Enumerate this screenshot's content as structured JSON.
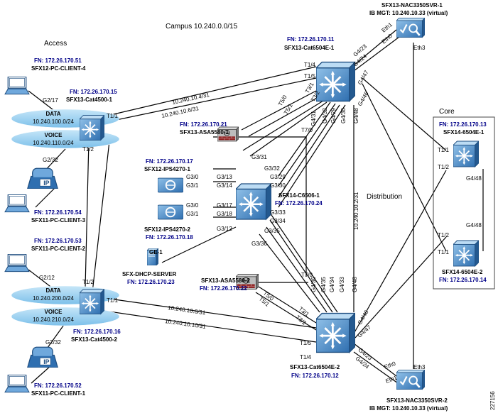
{
  "title": "Campus 10.240.0.0/15",
  "sections": {
    "access": "Access",
    "distribution": "Distribution",
    "core": "Core"
  },
  "figure_id": "227156",
  "devices": {
    "client4": {
      "fn": "FN: 172.26.170.51",
      "name": "SFX12-PC-CLIENT-4"
    },
    "client3": {
      "fn": "FN: 172.26.170.54",
      "name": "SFX11-PC-CLIENT-3"
    },
    "client2": {
      "fn": "FN: 172.26.170.53",
      "name": "SFX11-PC-CLIENT-2"
    },
    "client1": {
      "fn": "FN: 172.26.170.52",
      "name": "SFX11-PC-CLIENT-1"
    },
    "cat4500_1": {
      "fn": "FN: 172.26.170.15",
      "name": "SFX13-Cat4500-1"
    },
    "cat4500_2": {
      "fn": "FN: 172.26.170.16",
      "name": "SFX13-Cat4500-2"
    },
    "cat6504_1": {
      "fn": "FN: 172.26.170.11",
      "name": "SFX13-Cat6504E-1"
    },
    "cat6504_2": {
      "name": "SFX13-Cat6504E-2",
      "fn": "FN: 172.26.170.12"
    },
    "asa1": {
      "fn": "FN: 172.26.170.21",
      "name": "SFX13-ASA5580-1"
    },
    "asa2": {
      "name": "SFX13-ASA5580-2",
      "fn": "FN: 172.26.170.22"
    },
    "ips1": {
      "fn": "FN: 172.26.170.17",
      "name": "SFX12-IPS4270-1"
    },
    "ips2": {
      "name": "SFX12-IPS4270-2",
      "fn": "FN: 172.26.170.18"
    },
    "c6506": {
      "name": "SFX14-C6506-1",
      "fn": "FN: 172.26.170.24"
    },
    "dhcp": {
      "port": "GE-1",
      "name": "SFX-DHCP-SERVER",
      "fn": "FN: 172.26.170.23"
    },
    "nac1": {
      "name": "SFX13-NAC3350SVR-1",
      "mgt": "IB MGT: 10.240.10.33 (virtual)"
    },
    "nac2": {
      "name": "SFX13-NAC3350SVR-2",
      "mgt": "IB MGT: 10.240.10.33 (virtual)"
    },
    "core1": {
      "fn": "FN: 172.26.170.13",
      "name": "SFX14-6504E-1"
    },
    "core2": {
      "name": "SFX14-6504E-2",
      "fn": "FN: 172.26.170.14"
    }
  },
  "vlans": {
    "data1_label": "DATA",
    "data1_net": "10.240.100.0/24",
    "voice1_label": "VOICE",
    "voice1_net": "10.240.110.0/24",
    "data2_label": "DATA",
    "data2_net": "10.240.200.0/24",
    "voice2_label": "VOICE",
    "voice2_net": "10.240.210.0/24"
  },
  "links": {
    "l_10_240_10_4": "10.240.10.4/31",
    "l_10_240_10_6_top": "10.240.10.6/31",
    "l_10_240_10_8": "10.240.10.8/31",
    "l_10_240_10_10": "10.240.10.10/31",
    "l_10_240_10_2": "10.240.10.2/31"
  },
  "ports": {
    "g2_17": "G2/17",
    "g2_32a": "G2/32",
    "g2_12": "G2/12",
    "g2_32b": "G2/32",
    "t1_1a": "T1/1",
    "t1_2a": "T1/2",
    "t1_2b": "T1/2",
    "t1_1b": "T1/1",
    "t1_4a": "T1/4",
    "t1_5a": "T1/5",
    "t3_1a": "T3/1",
    "t3_2a": "T3/2",
    "t5_0a": "T5/0",
    "t5_1a": "T5/1",
    "t7_0a": "T7/0",
    "g4_32a": "G4/32",
    "g4_29": "G4/29",
    "g4_30": "G4/30",
    "g4_48a": "G4/48",
    "g4_31": "G4/31",
    "g4_23a": "G4/23",
    "g4_24a": "G4/24",
    "g4_47a": "G4/47",
    "g4_46a": "G4/46",
    "eth1a": "Eth1",
    "eth0a": "Eth0",
    "eth3a": "Eth3",
    "g3_0a": "G3/0",
    "g3_1a": "G3/1",
    "g3_13": "G3/13",
    "g3_14": "G3/14",
    "g3_0b": "G3/0",
    "g3_1b": "G3/1",
    "g3_17": "G3/17",
    "g3_18": "G3/18",
    "g3_12": "G3/12",
    "g3_31": "G3/31",
    "g3_32": "G3/32",
    "g3_29": "G3/29",
    "g3_30": "G3/30",
    "g3_33": "G3/33",
    "g3_34": "G3/34",
    "g3_35": "G3/35",
    "g3_36": "G3/36",
    "t7_0b": "T7/0",
    "t5_0b": "T5/0",
    "t5_1b": "T5/1",
    "t3_1b": "T3/1",
    "t3_2b": "T3/2",
    "g4_36": "G4/36",
    "g4_35": "G4/35",
    "g4_34": "G4/34",
    "g4_33": "G4/33",
    "g4_48b": "G4/48",
    "t1_5b": "T1/5",
    "t1_4b": "T1/4",
    "g4_46b": "G4/46",
    "g4_47b": "G4/47",
    "g4_23b": "G4/23",
    "g4_24b": "G4/24",
    "eth0b": "Eth0",
    "eth1b": "Eth1",
    "eth3b": "Eth3",
    "core_t1_1a": "T1/1",
    "core_t1_2a": "T1/2",
    "core_g4_48a": "G4/48",
    "core_g4_48b": "G4/48",
    "core_t1_2b": "T1/2",
    "core_t1_1b": "T1/1"
  }
}
